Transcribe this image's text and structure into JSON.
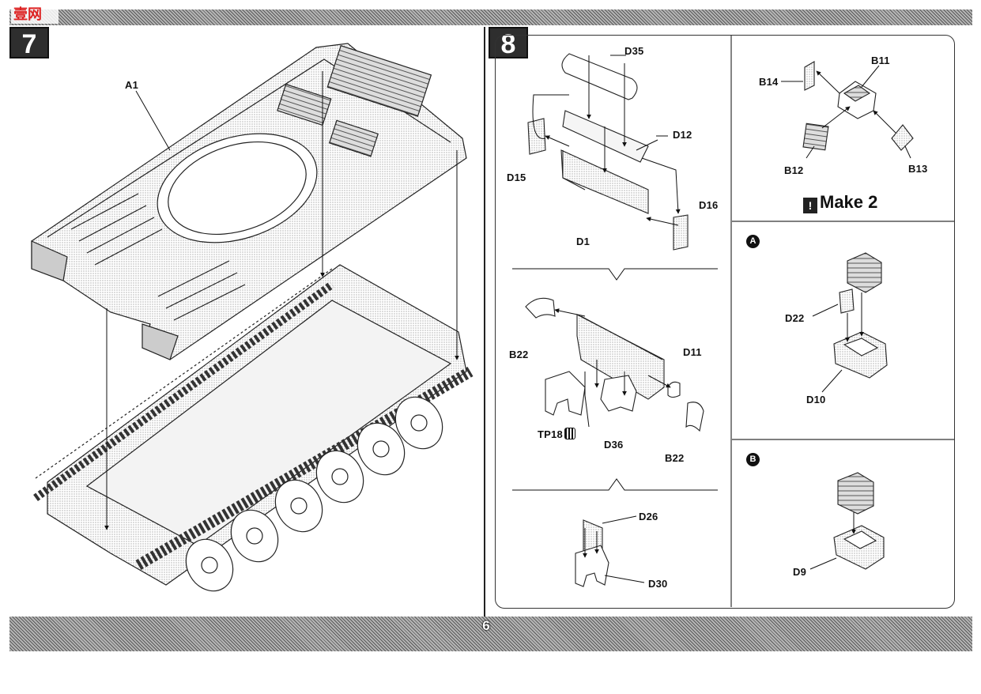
{
  "page": {
    "number": "6"
  },
  "header": {
    "logo_text": "壹网"
  },
  "step7": {
    "number": "7",
    "labels": {
      "a1": "A1"
    }
  },
  "step8": {
    "number": "8",
    "labels": {
      "d35": "D35",
      "d12": "D12",
      "d15": "D15",
      "d16": "D16",
      "d1": "D1",
      "b22_top": "B22",
      "d11": "D11",
      "tp18": "TP18",
      "d36": "D36",
      "b22_bottom": "B22",
      "d26": "D26",
      "d30": "D30"
    },
    "right_top": {
      "b14": "B14",
      "b11": "B11",
      "b12": "B12",
      "b13": "B13",
      "make_text": "Make 2",
      "make_icon": "!"
    },
    "variant_a": {
      "marker": "A",
      "d22": "D22",
      "d10": "D10"
    },
    "variant_b": {
      "marker": "B",
      "d9": "D9"
    }
  }
}
